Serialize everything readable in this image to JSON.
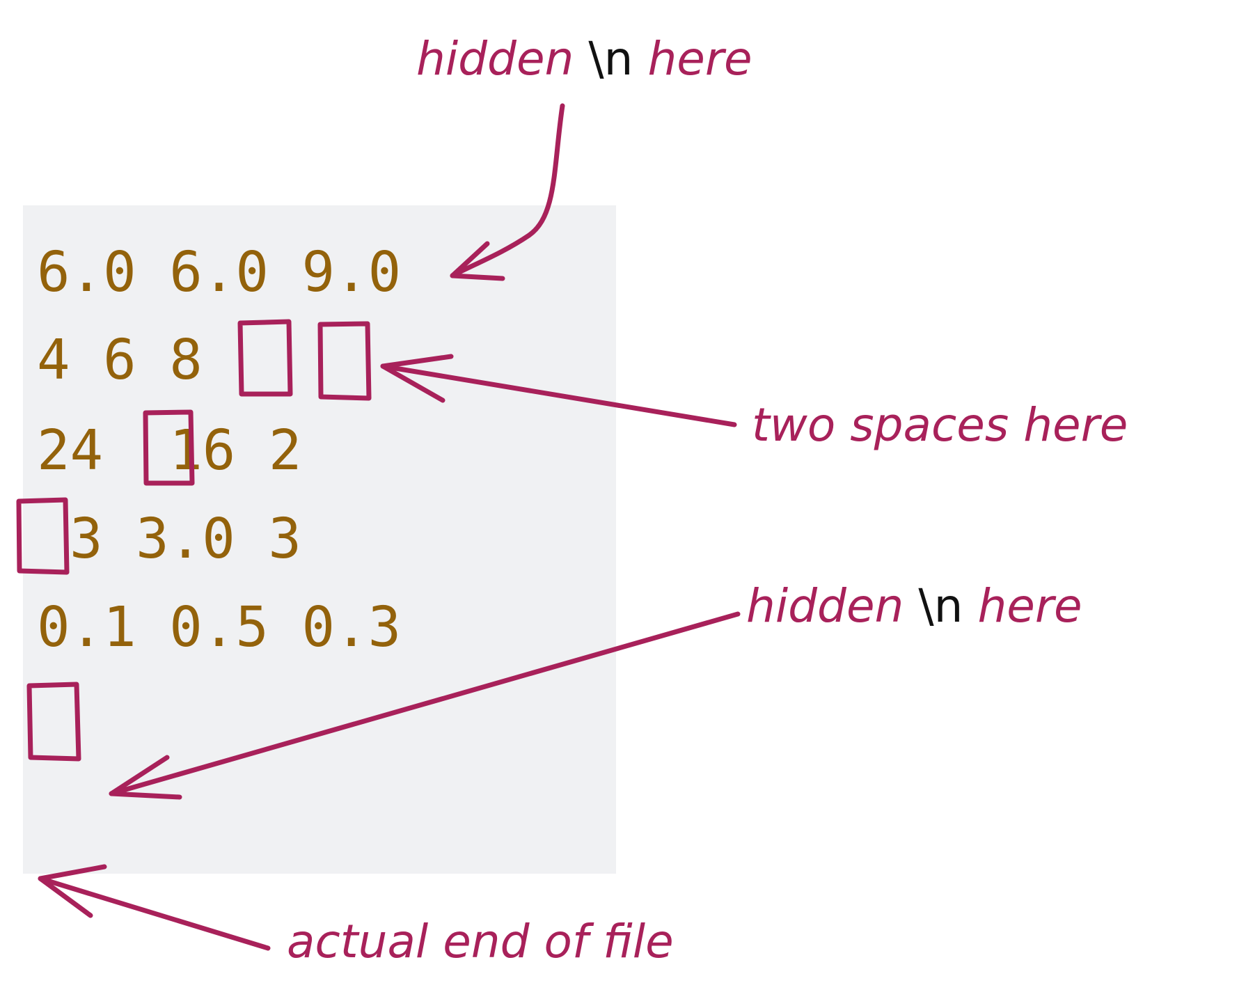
{
  "file_lines": [
    "6.0 6.0 9.0",
    "4 6 8",
    "24  16 2",
    "3 3.0 3",
    "0.1 0.5 0.3"
  ],
  "annotations": {
    "top_newline": {
      "before": "hidden",
      "code": "\\n",
      "after": "here"
    },
    "two_spaces": "two spaces here",
    "bottom_newline": {
      "before": "hidden",
      "code": "\\n",
      "after": "here"
    },
    "end_of_file": "actual end of file"
  },
  "colors": {
    "accent": "#a8215a",
    "code_text": "#93620b",
    "file_background": "#f0f1f3"
  }
}
